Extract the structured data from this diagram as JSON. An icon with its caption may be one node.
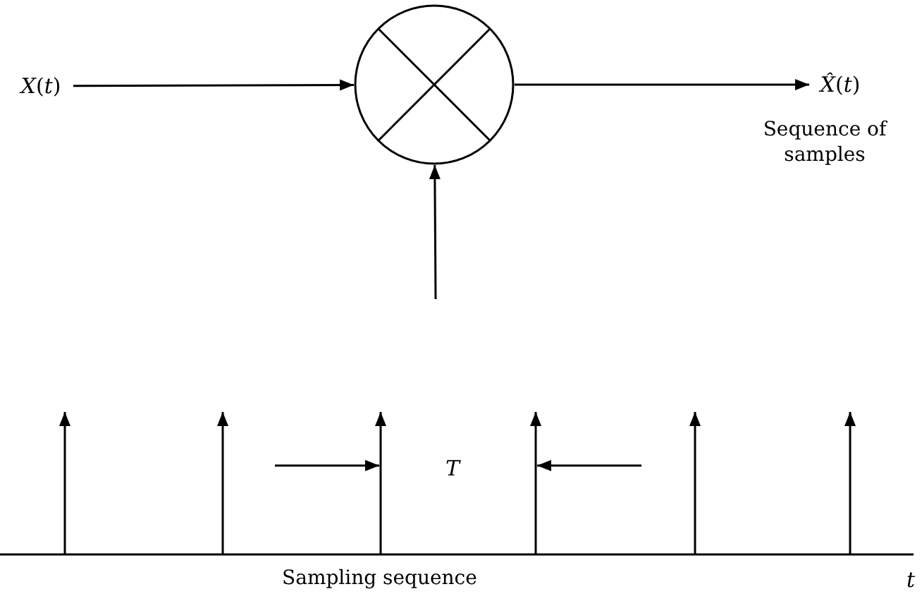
{
  "diagram": {
    "nodes": [
      {
        "text": [
          "*X*(*t*)"
        ]
      },
      {
        "text": [],
        "shape": "circle"
      },
      {
        "text": [
          "*X̂*(*t*)"
        ],
        "beside": [
          "Sequence of samples"
        ]
      }
    ],
    "edges": [
      {
        "from": 0,
        "to": 1,
        "arrow": "to"
      },
      {
        "from": 1,
        "to": 2,
        "arrow": "to"
      },
      {
        "from": null,
        "to": 1,
        "arrow": "to"
      }
    ],
    "labels": [
      "T",
      "Sampling sequence",
      "t"
    ]
  }
}
